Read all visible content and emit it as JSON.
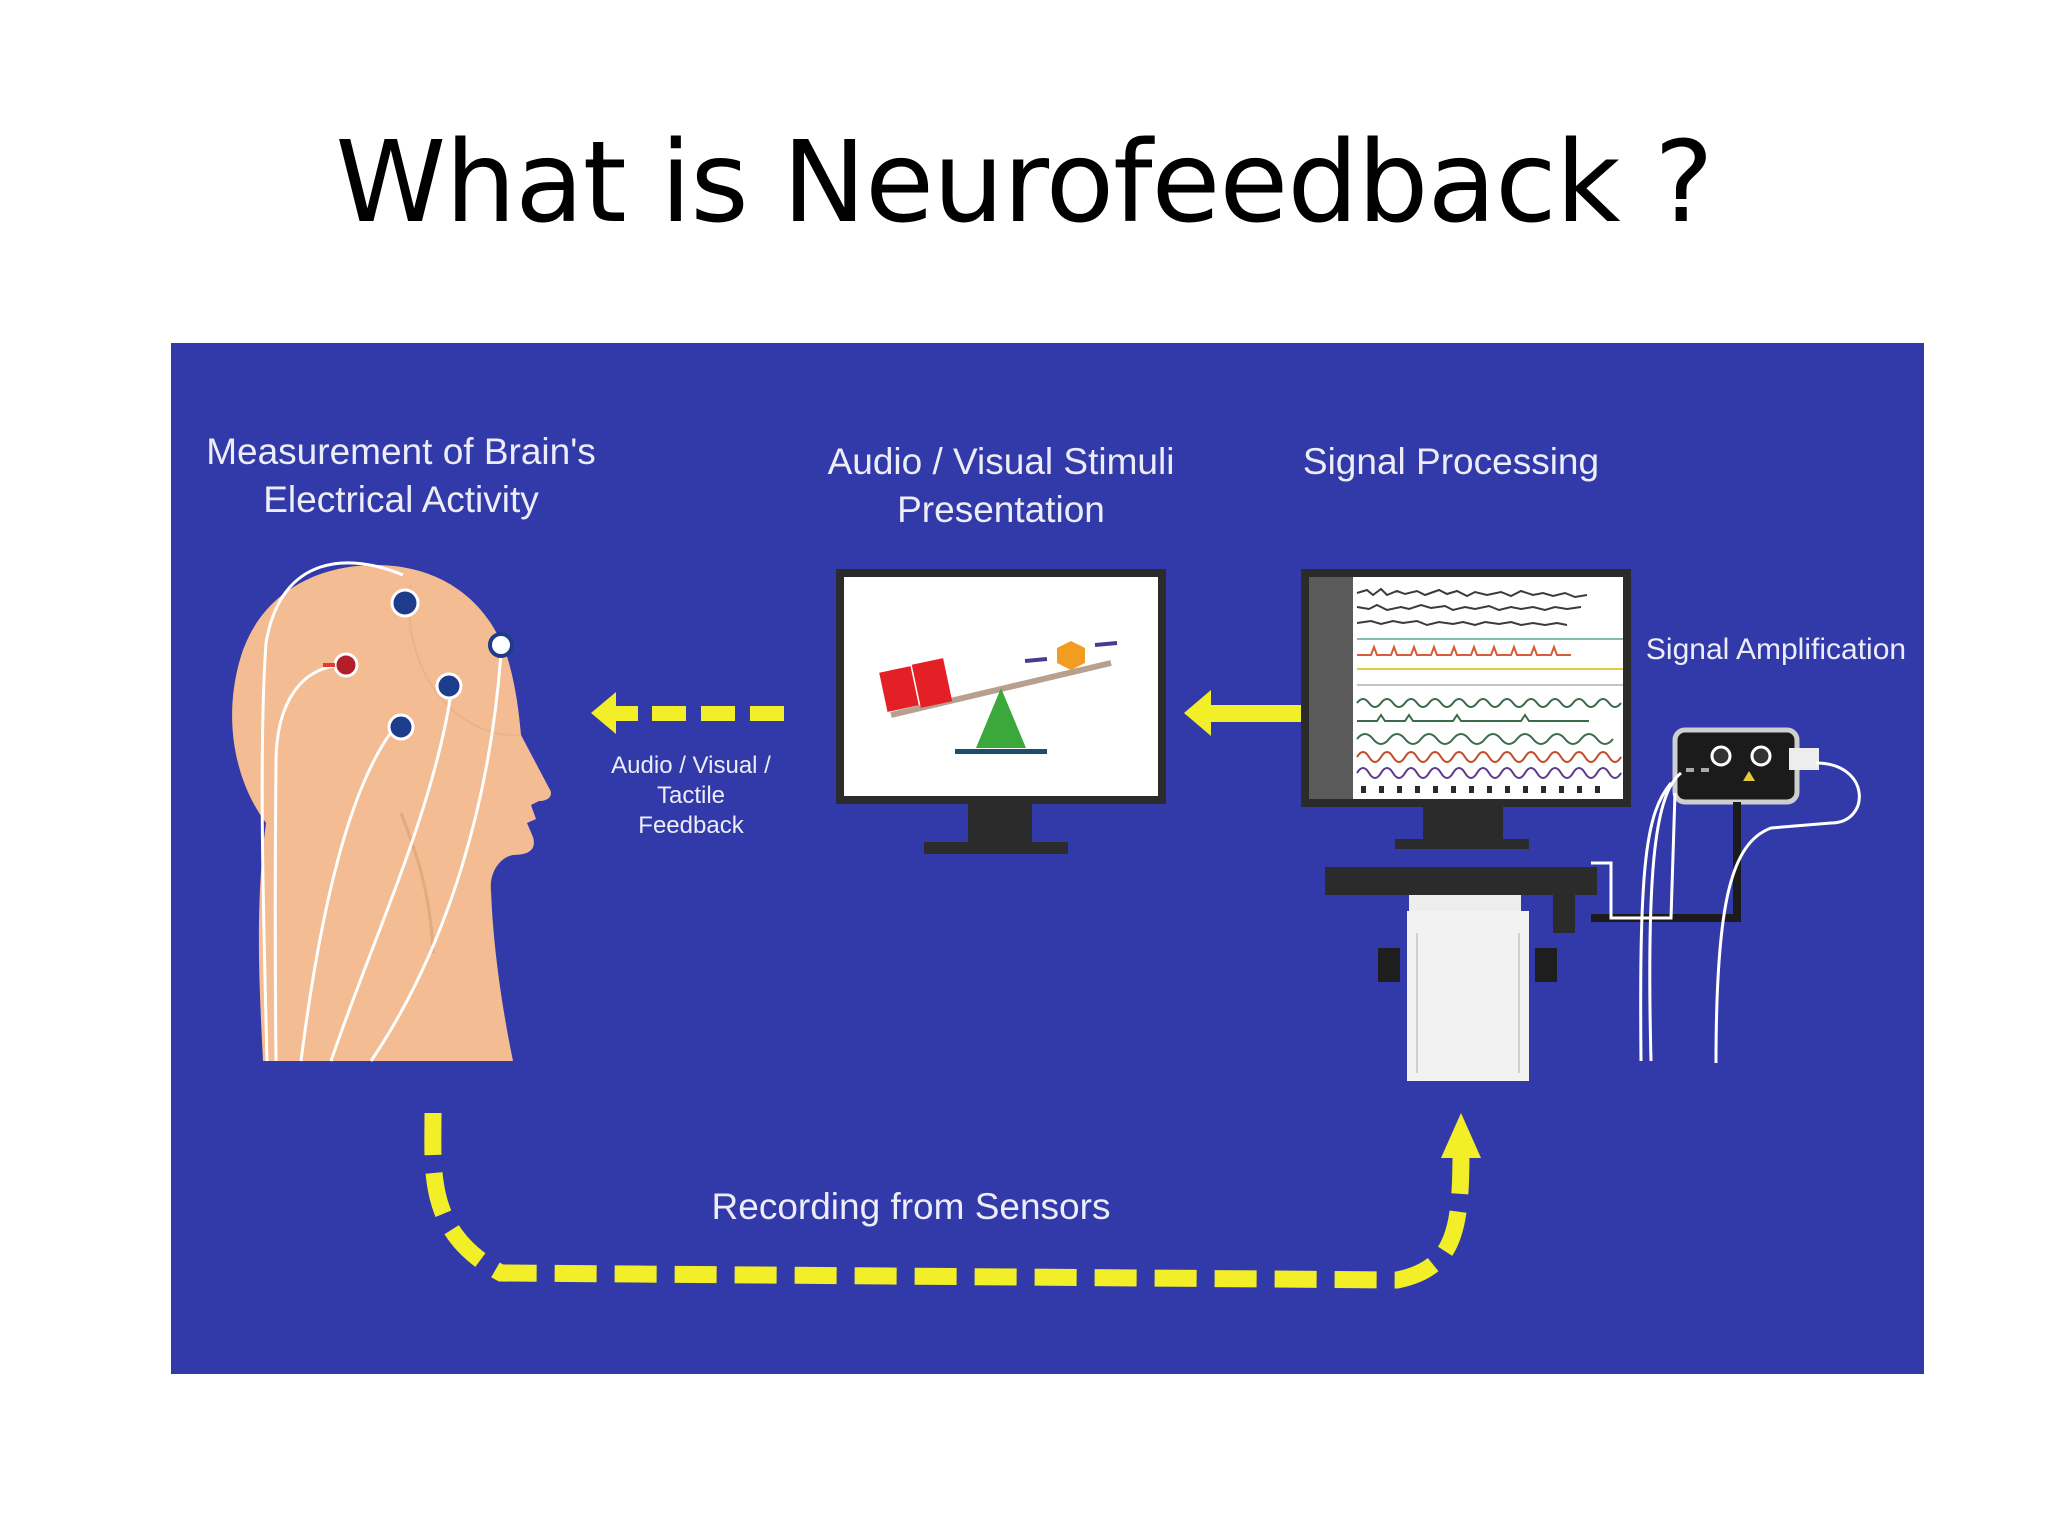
{
  "slide": {
    "title": "What is Neurofeedback ?"
  },
  "diagram": {
    "background": "#323aa9",
    "accent": "#f2ee27",
    "labels": {
      "measurement": "Measurement of Brain's\nElectrical Activity",
      "stimuli": "Audio / Visual Stimuli\nPresentation",
      "processing": "Signal Processing",
      "amplification": "Signal Amplification",
      "feedback": "Audio / Visual / Tactile\nFeedback",
      "recording": "Recording from Sensors"
    },
    "icons": [
      "head-with-electrodes-icon",
      "stimuli-monitor-icon",
      "eeg-monitor-icon",
      "computer-cart-icon",
      "amplifier-icon"
    ]
  }
}
